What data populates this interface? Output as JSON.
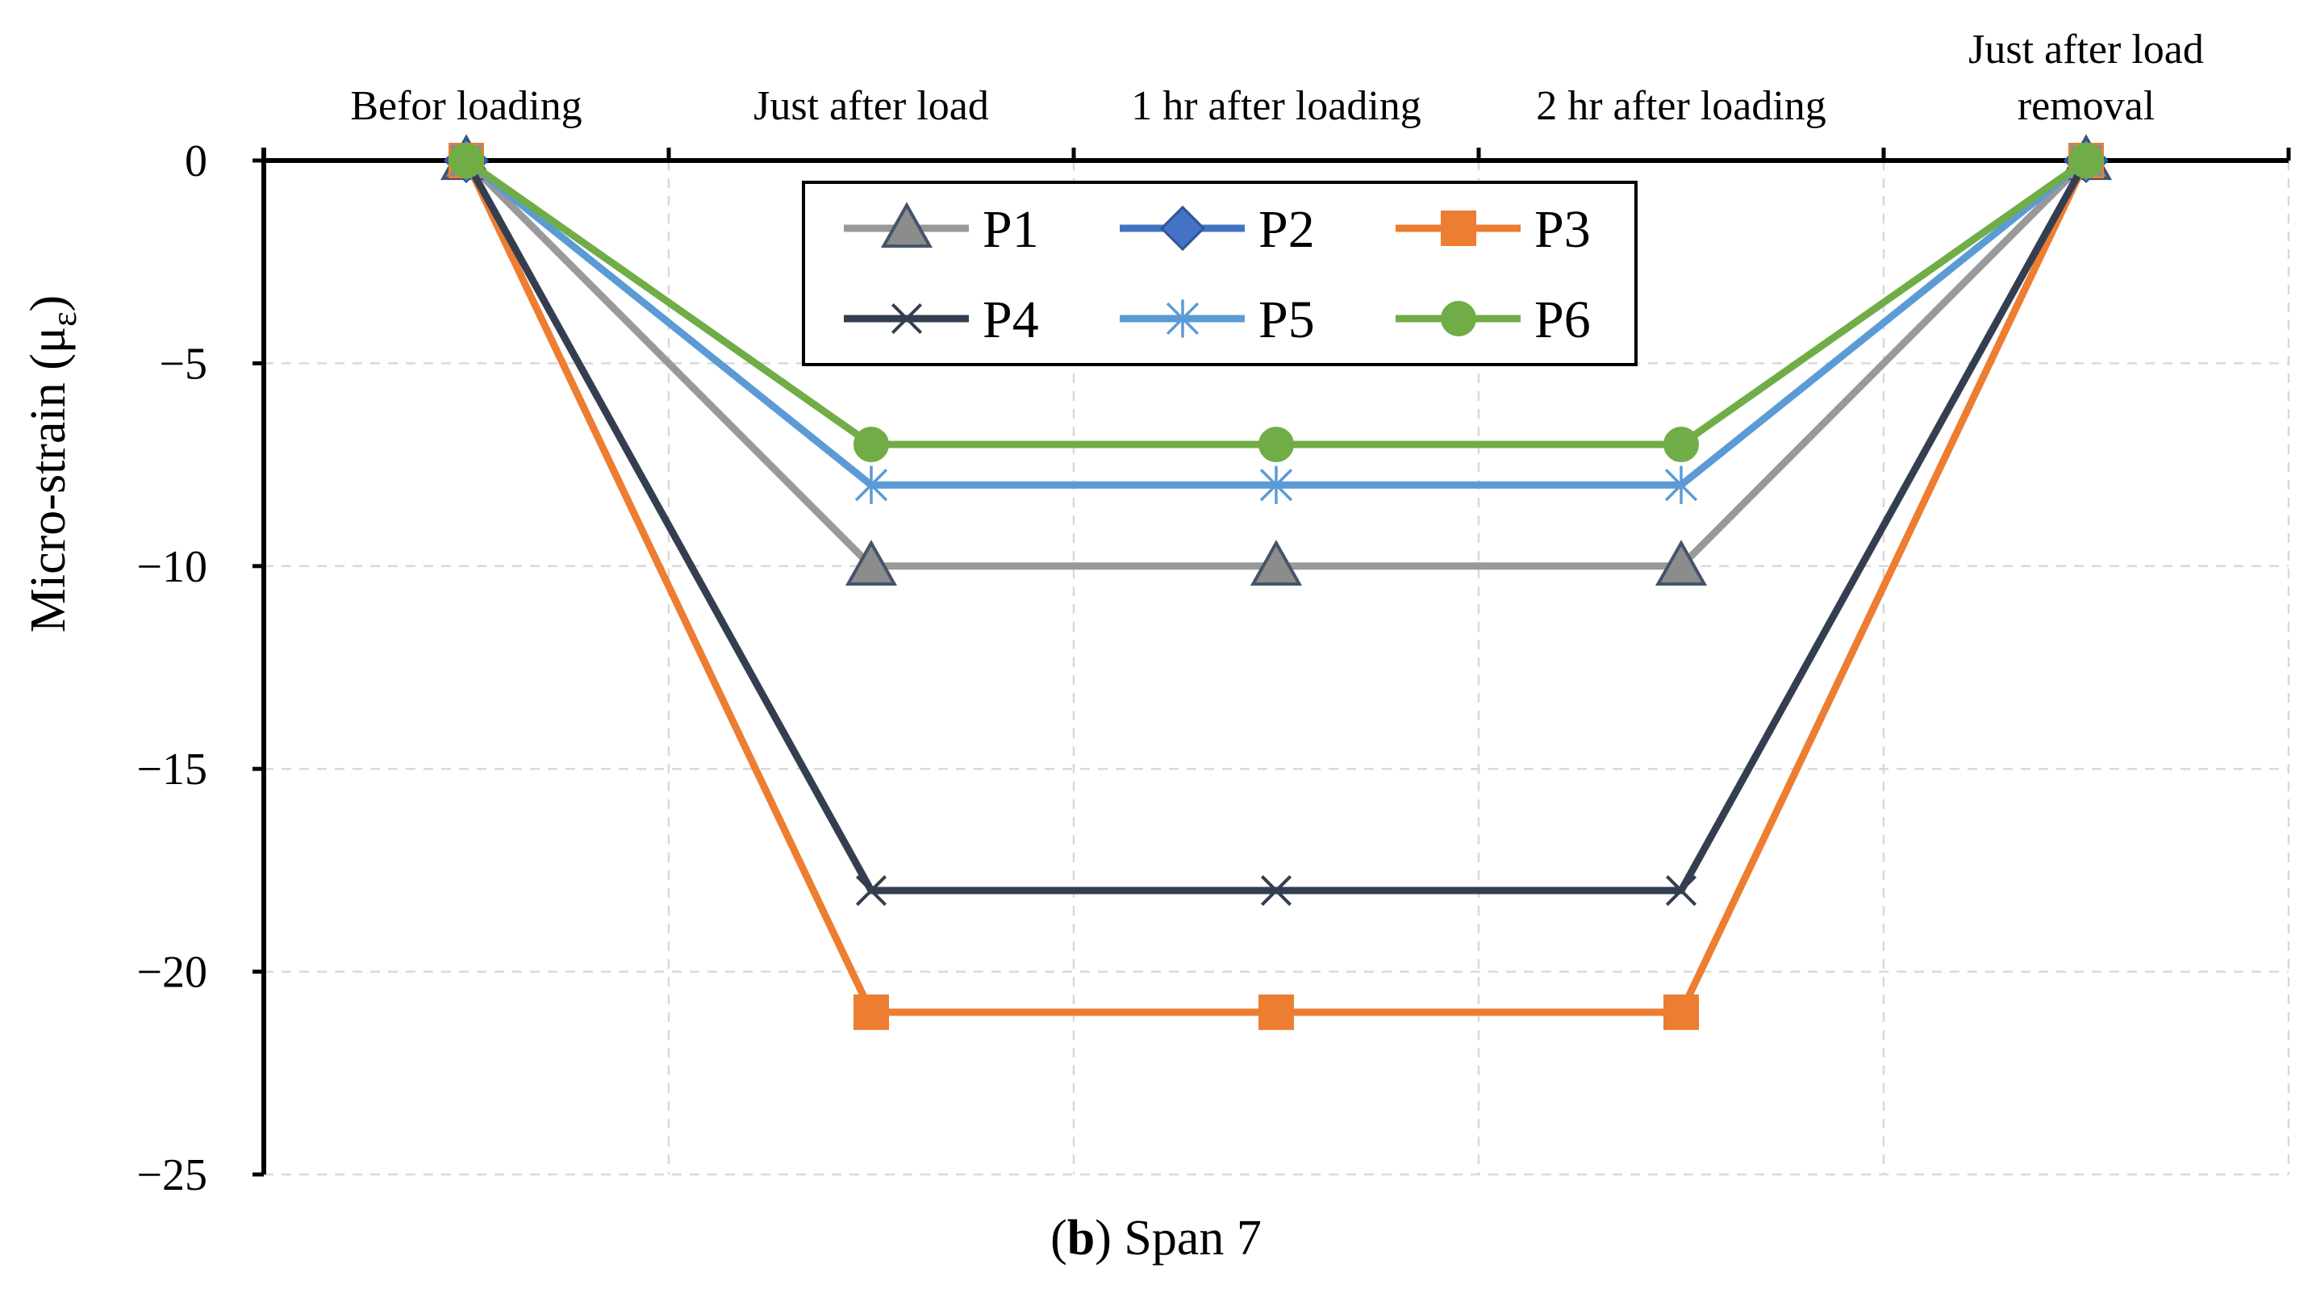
{
  "chart_data": {
    "type": "line",
    "categories": [
      [
        "Befor loading"
      ],
      [
        "Just after load"
      ],
      [
        "1 hr after loading"
      ],
      [
        "2 hr after loading"
      ],
      [
        "Just after load",
        "removal"
      ]
    ],
    "ylabel": "Micro-strain (μ",
    "ylabel_subscript": "ε",
    "ylabel_close": ")",
    "ylim": [
      -25,
      0
    ],
    "yticks": [
      0,
      -5,
      -10,
      -15,
      -20,
      -25
    ],
    "ytick_labels": [
      "0",
      "−5",
      "−10",
      "−15",
      "−20",
      "−25"
    ],
    "x_axis_position": "top",
    "grid": true,
    "legend_position": "top-center",
    "series": [
      {
        "name": "P1",
        "values": [
          0,
          -10,
          -10,
          -10,
          0
        ],
        "color": "#999999",
        "marker": "triangle",
        "marker_fill": "#8c8c8c",
        "marker_stroke": "#44546a"
      },
      {
        "name": "P2",
        "values": [
          0,
          null,
          null,
          null,
          0
        ],
        "color": "#4472c4",
        "marker": "diamond",
        "marker_fill": "#4472c4",
        "marker_stroke": "#2f5597"
      },
      {
        "name": "P3",
        "values": [
          0,
          -21,
          -21,
          -21,
          0
        ],
        "color": "#ed7d31",
        "marker": "square",
        "marker_fill": "#ed7d31",
        "marker_stroke": "#ed7d31"
      },
      {
        "name": "P4",
        "values": [
          0,
          -18,
          -18,
          -18,
          0
        ],
        "color": "#333f50",
        "marker": "x",
        "marker_fill": "none",
        "marker_stroke": "#333f50"
      },
      {
        "name": "P5",
        "values": [
          0,
          -8,
          -8,
          -8,
          0
        ],
        "color": "#5b9bd5",
        "marker": "star",
        "marker_fill": "none",
        "marker_stroke": "#5b9bd5"
      },
      {
        "name": "P6",
        "values": [
          0,
          -7,
          -7,
          -7,
          0
        ],
        "color": "#70ad47",
        "marker": "circle",
        "marker_fill": "#70ad47",
        "marker_stroke": "#70ad47"
      }
    ],
    "caption_bold": "b",
    "caption_rest": ") Span 7",
    "caption_open": "("
  }
}
